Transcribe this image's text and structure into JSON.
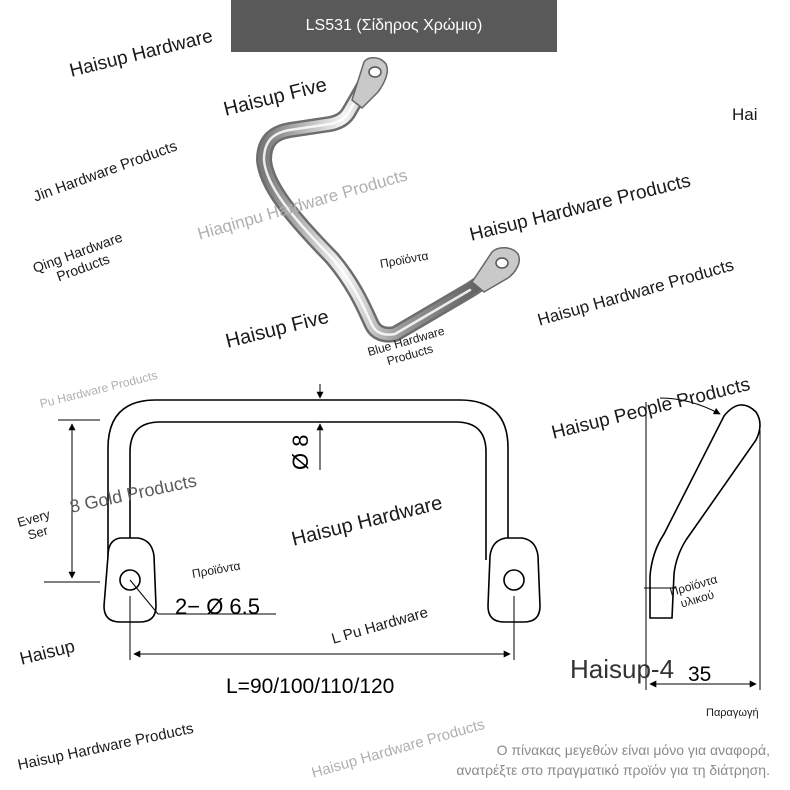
{
  "title": "LS531 (Σίδηρος Χρώμιο)",
  "watermarks": [
    "Haisup Hardware",
    "Haisup Five",
    "Jin Hardware Products",
    "Hiaqinpu Hardware Products",
    "Hai",
    "Haisup Hardware Products",
    "Προϊόντα",
    "Qing Hardware\nProducts",
    "Haisup Five",
    "Haisup Hardware Products",
    "Blue Hardware\nProducts",
    "Pu Hardware Products",
    "Haisup People Products",
    "8 Gold Products",
    "Every\nSer",
    "Haisup Hardware",
    "Προϊόντα",
    "Haisup",
    "L Pu Hardware",
    "Haisup-4",
    "Προϊόντα\nυλικού",
    "Haisup Hardware Products",
    "Haisup Hardware Products",
    "Παραγωγή"
  ],
  "dimensions": {
    "diameter": "Ø 8",
    "holes": "2− Ø 6.5",
    "length": "L=90/100/110/120",
    "depth": "35"
  },
  "note": [
    "Ο πίνακας μεγεθών είναι μόνο για αναφορά,",
    "ανατρέξτε στο πραγματικό προϊόν για τη διάτρηση."
  ],
  "icons": [
    "handle-photo-icon",
    "front-view-drawing",
    "side-view-drawing"
  ],
  "colors": {
    "title_bg": "#595959",
    "line": "#000000",
    "note": "#8a8a8a"
  }
}
